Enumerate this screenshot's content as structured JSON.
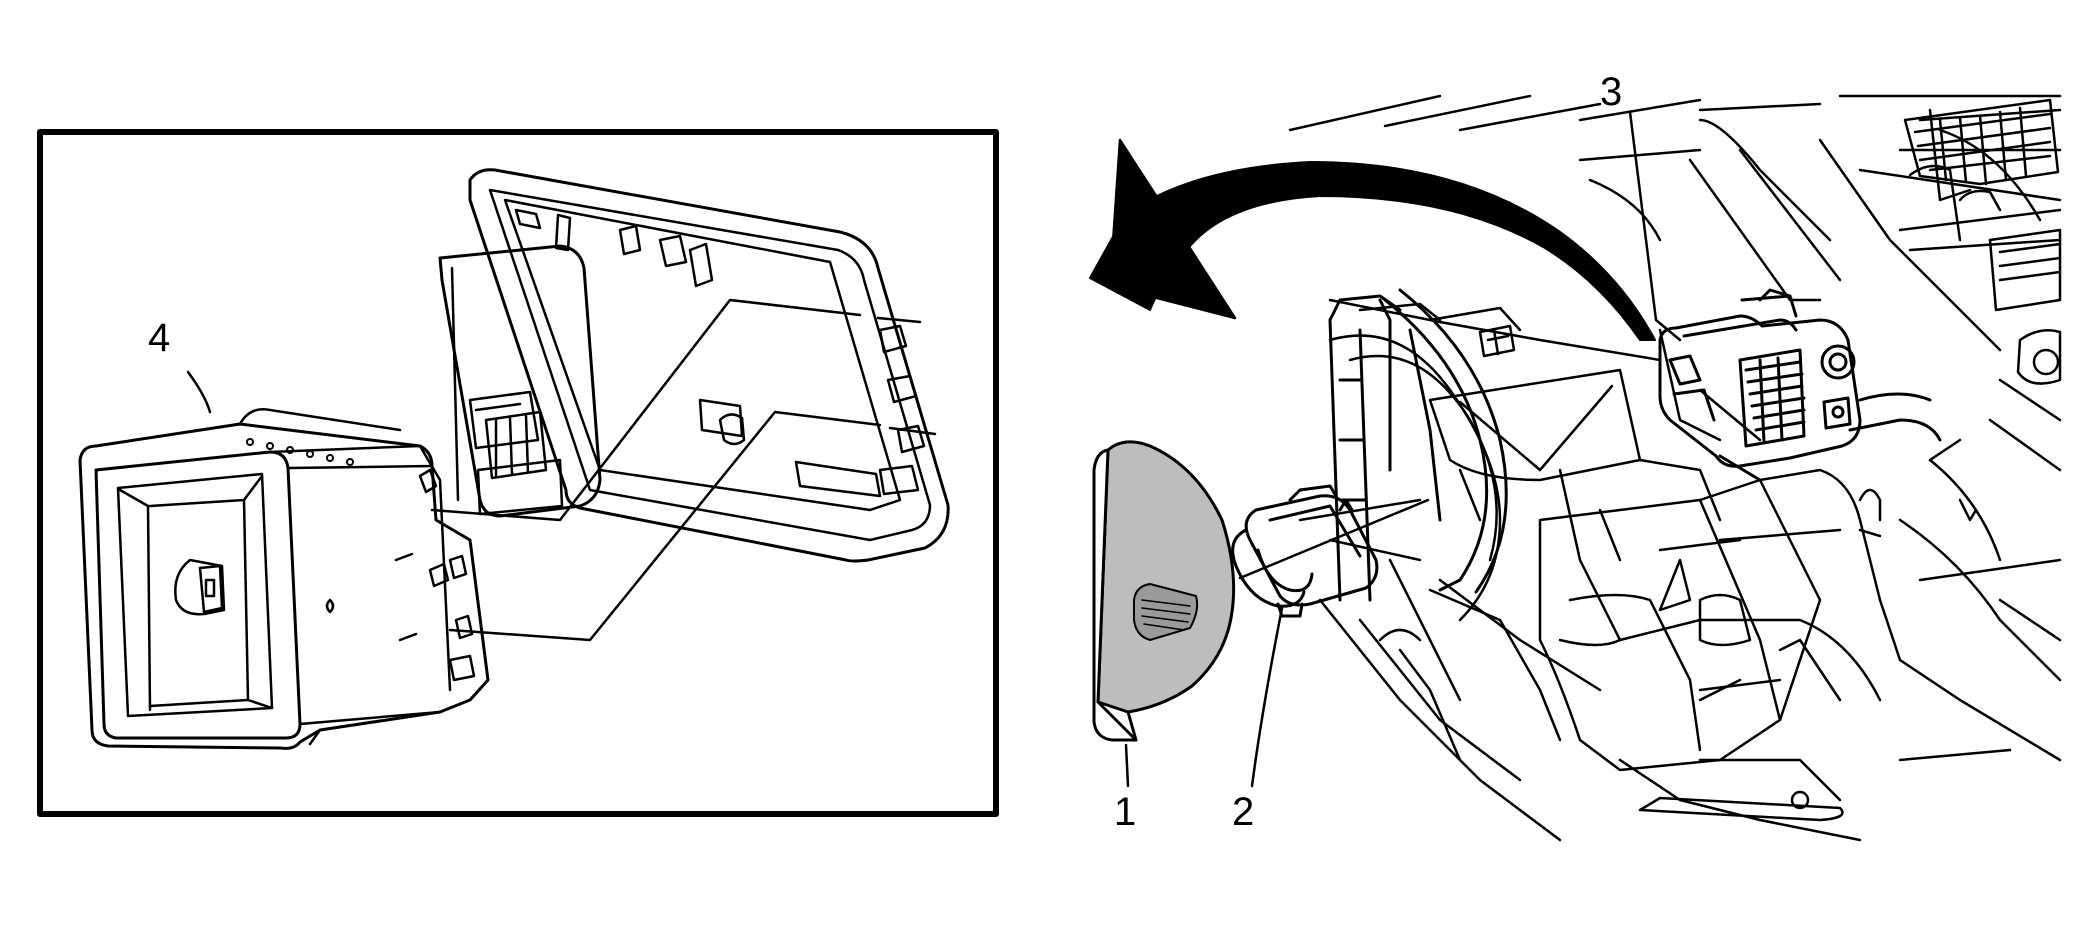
{
  "diagram": {
    "callouts": {
      "c1": "1",
      "c2": "2",
      "c3": "3",
      "c4": "4"
    },
    "colors": {
      "ink": "#000000",
      "fill_gray": "#bdbdbd",
      "background": "#ffffff"
    },
    "panels": [
      "detail-inset",
      "dash-overview"
    ],
    "arrow": "curved-removal-arrow"
  }
}
